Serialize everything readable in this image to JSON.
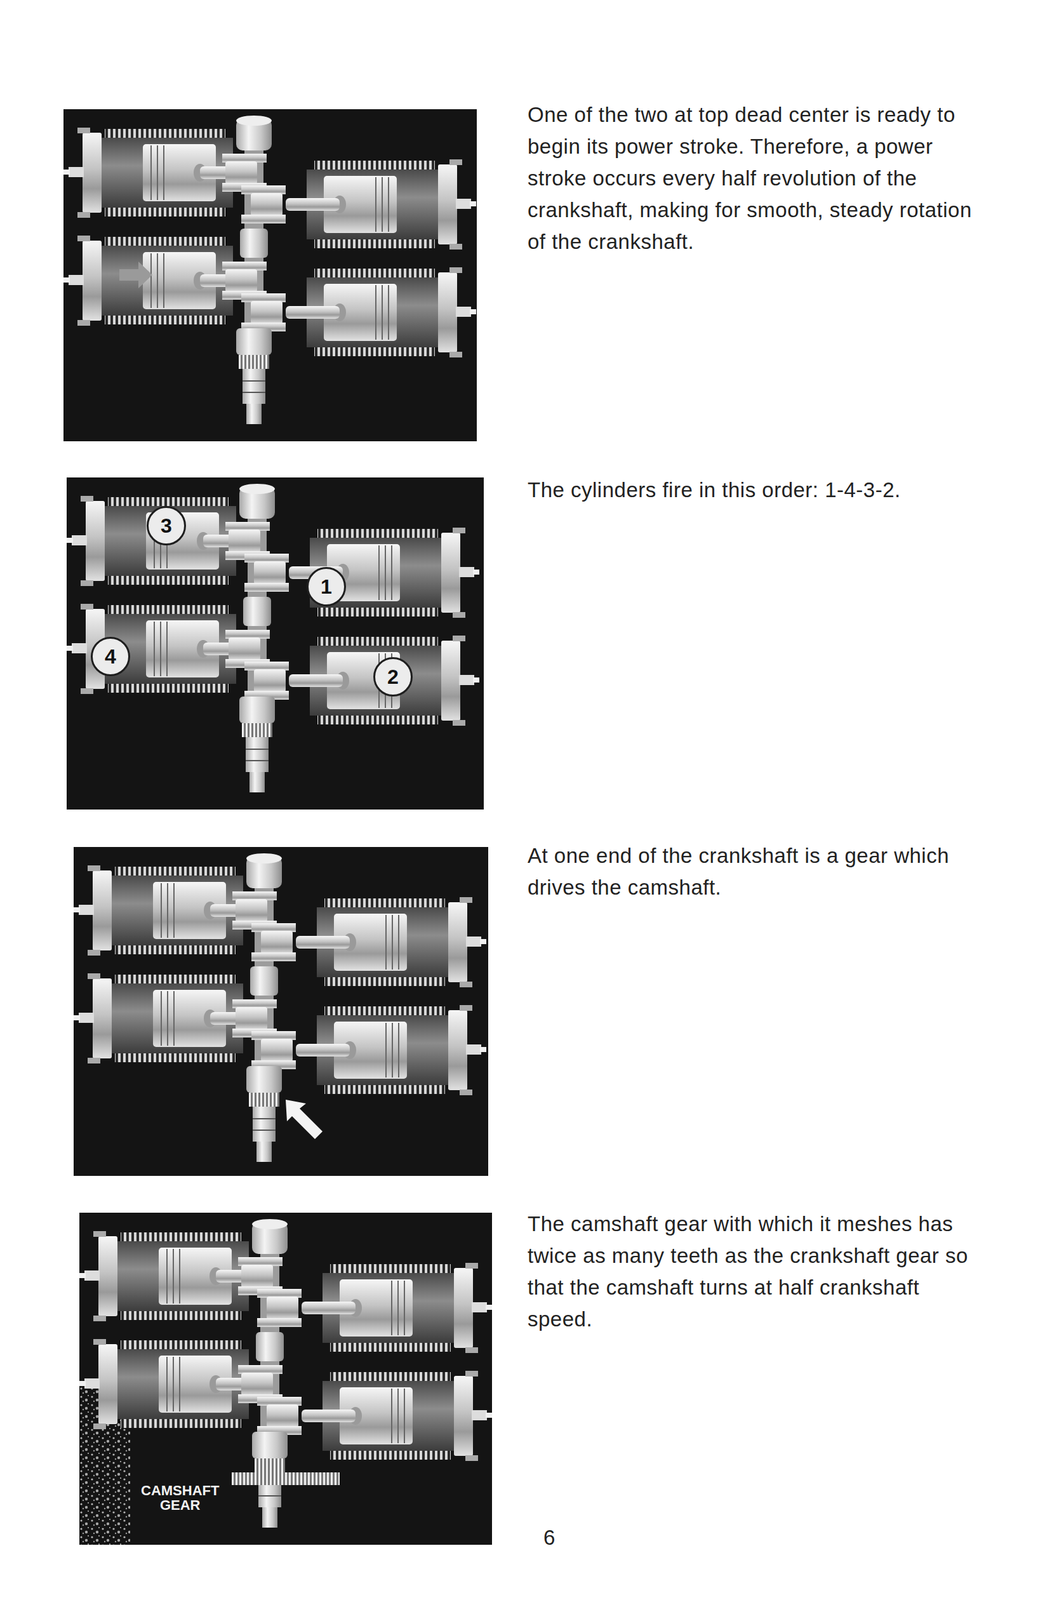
{
  "diagram": {
    "nodes": [
      {
        "text": [
          "3"
        ]
      },
      {
        "text": [
          "1"
        ]
      },
      {
        "text": [
          "4"
        ]
      },
      {
        "text": [
          "2"
        ]
      }
    ],
    "labels": [
      "One of the two at top dead center is ready to begin its power stroke. Therefore, a power stroke occurs every half revolution of the crankshaft, making for smooth, steady rotation of the crankshaft.",
      "The cylinders fire in this order: 1-4-3-2.",
      "At one end of the crankshaft is a gear which drives the camshaft.",
      "The camshaft gear with which it meshes has twice as many teeth as the crankshaft gear so that the camshaft turns at half crankshaft speed.",
      "CAMSHAFT GEAR",
      "6"
    ]
  }
}
